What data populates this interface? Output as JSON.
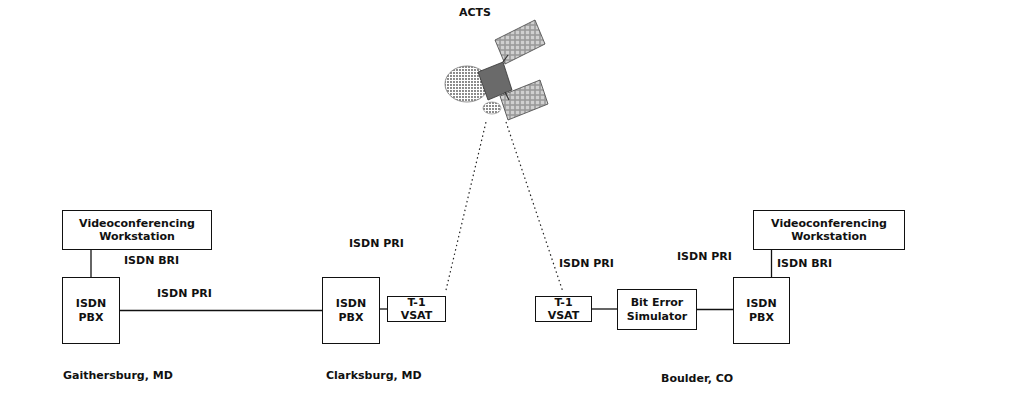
{
  "diagram": {
    "nodes": [
      {
        "text": [
          "Videoconferencing Workstation"
        ]
      },
      {
        "text": [
          "ISDN PBX"
        ]
      },
      {
        "text": [
          "ISDN PBX"
        ]
      },
      {
        "text": [
          "T-1 VSAT"
        ]
      },
      {
        "text": [
          "T-1 VSAT"
        ]
      },
      {
        "text": [
          "Bit Error Simulator"
        ]
      },
      {
        "text": [
          "ISDN PBX"
        ]
      },
      {
        "text": [
          "Videoconferencing Workstation"
        ]
      }
    ],
    "edges": [
      {
        "from": 0,
        "to": 1,
        "arrow": "none",
        "label": "ISDN BRI"
      },
      {
        "from": 1,
        "to": 2,
        "arrow": "none",
        "label": "ISDN PRI"
      },
      {
        "from": 2,
        "to": 3,
        "arrow": "none"
      },
      {
        "from": 4,
        "to": 5,
        "arrow": "none"
      },
      {
        "from": 5,
        "to": 6,
        "arrow": "none"
      },
      {
        "from": 7,
        "to": 6,
        "arrow": "none",
        "label": "ISDN BRI"
      }
    ],
    "labels": [
      "ACTS",
      "ISDN PRI",
      "ISDN PRI",
      "ISDN PRI",
      "Gaithersburg, MD",
      "Clarksburg, MD",
      "Boulder, CO"
    ]
  }
}
